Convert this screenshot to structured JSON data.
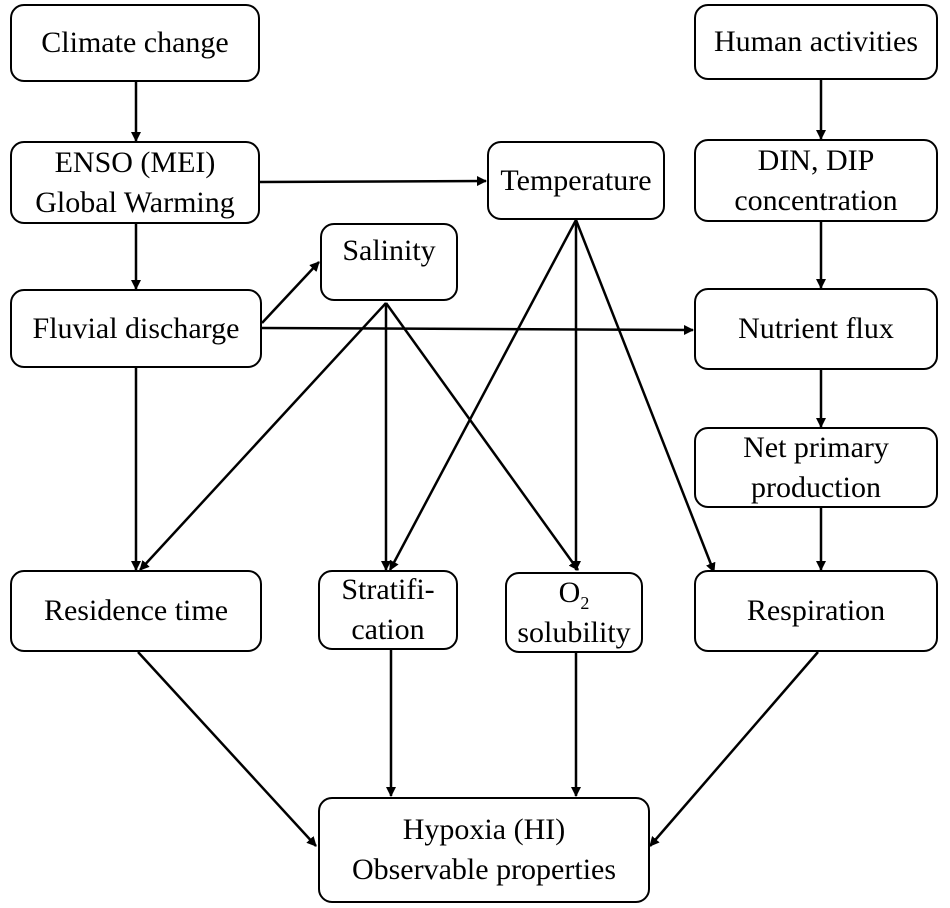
{
  "nodes": {
    "climate_change": [
      "Climate change"
    ],
    "human_activities": [
      "Human activities"
    ],
    "enso": [
      "ENSO (MEI)",
      "Global Warming"
    ],
    "temperature": [
      "Temperature"
    ],
    "din_dip": [
      "DIN, DIP",
      "concentration"
    ],
    "salinity": [
      "Salinity"
    ],
    "fluvial_discharge": [
      "Fluvial discharge"
    ],
    "nutrient_flux": [
      "Nutrient flux"
    ],
    "net_primary_production": [
      "Net primary",
      "production"
    ],
    "residence_time": [
      "Residence time"
    ],
    "stratification": [
      "Stratifi-",
      "cation"
    ],
    "o2_solubility": {
      "o": "O",
      "sub": "2",
      "line2": "solubility"
    },
    "respiration": [
      "Respiration"
    ],
    "hypoxia": [
      "Hypoxia (HI)",
      "Observable properties"
    ]
  }
}
